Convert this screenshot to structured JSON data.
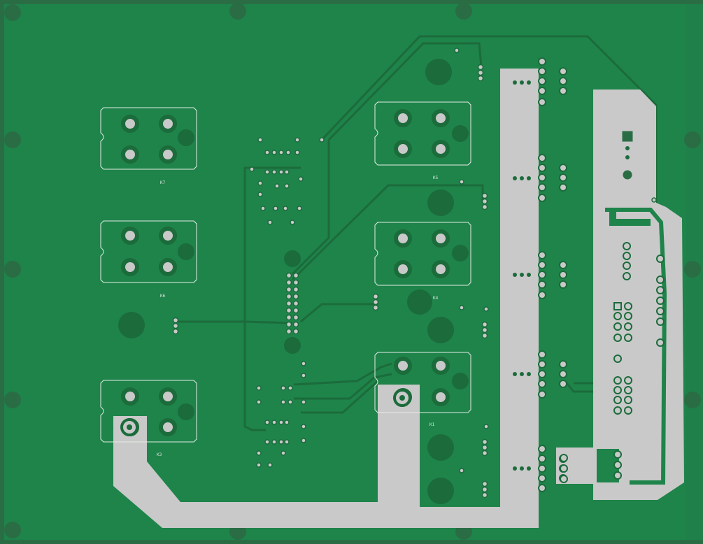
{
  "colors": {
    "board_edge": "#2a6d45",
    "copper_fill": "#1e844a",
    "trace": "#1c6b3a",
    "exposed_copper": "#c9c9c9",
    "via": "#2a6d45",
    "silkscreen": "#e6ece6"
  },
  "labels": {
    "k7": "K7",
    "k6": "K6",
    "k5": "K5",
    "k4": "K4",
    "k3": "K3",
    "k1": "K1"
  }
}
